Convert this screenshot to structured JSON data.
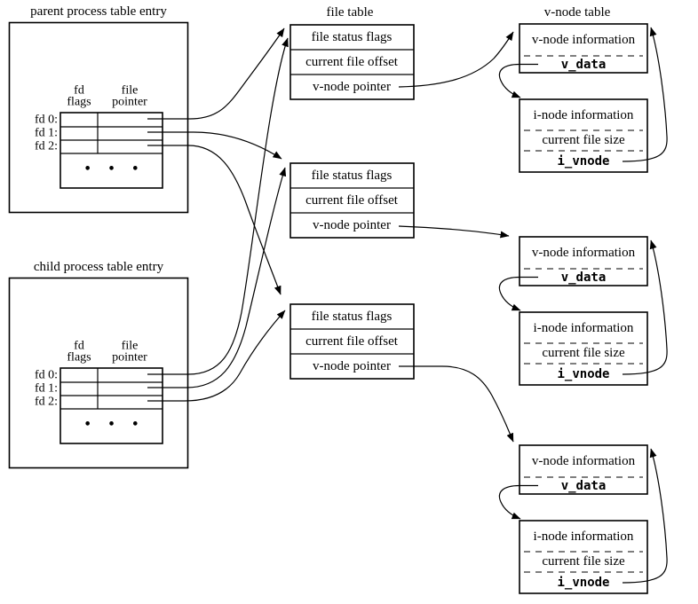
{
  "colors": {
    "background": "#ffffff",
    "line": "#000000",
    "dash_line": "#555555"
  },
  "parent_table": {
    "title": "parent process table entry"
  },
  "child_table": {
    "title": "child process table entry"
  },
  "fd_table": {
    "header_col1": [
      "fd",
      "flags"
    ],
    "header_col2": [
      "file",
      "pointer"
    ],
    "rows": [
      "fd 0:",
      "fd 1:",
      "fd 2:"
    ],
    "ellipsis": "• • •"
  },
  "file_table": {
    "title": "file table",
    "rows": [
      "file status flags",
      "current file offset",
      "v-node pointer"
    ]
  },
  "vnode_table": {
    "title": "v-node table",
    "vnode_box": {
      "row1": "v-node information",
      "row2": "v_data"
    },
    "inode_box": {
      "row1": "i-node information",
      "row2": "current file size",
      "row3": "i_vnode"
    }
  }
}
